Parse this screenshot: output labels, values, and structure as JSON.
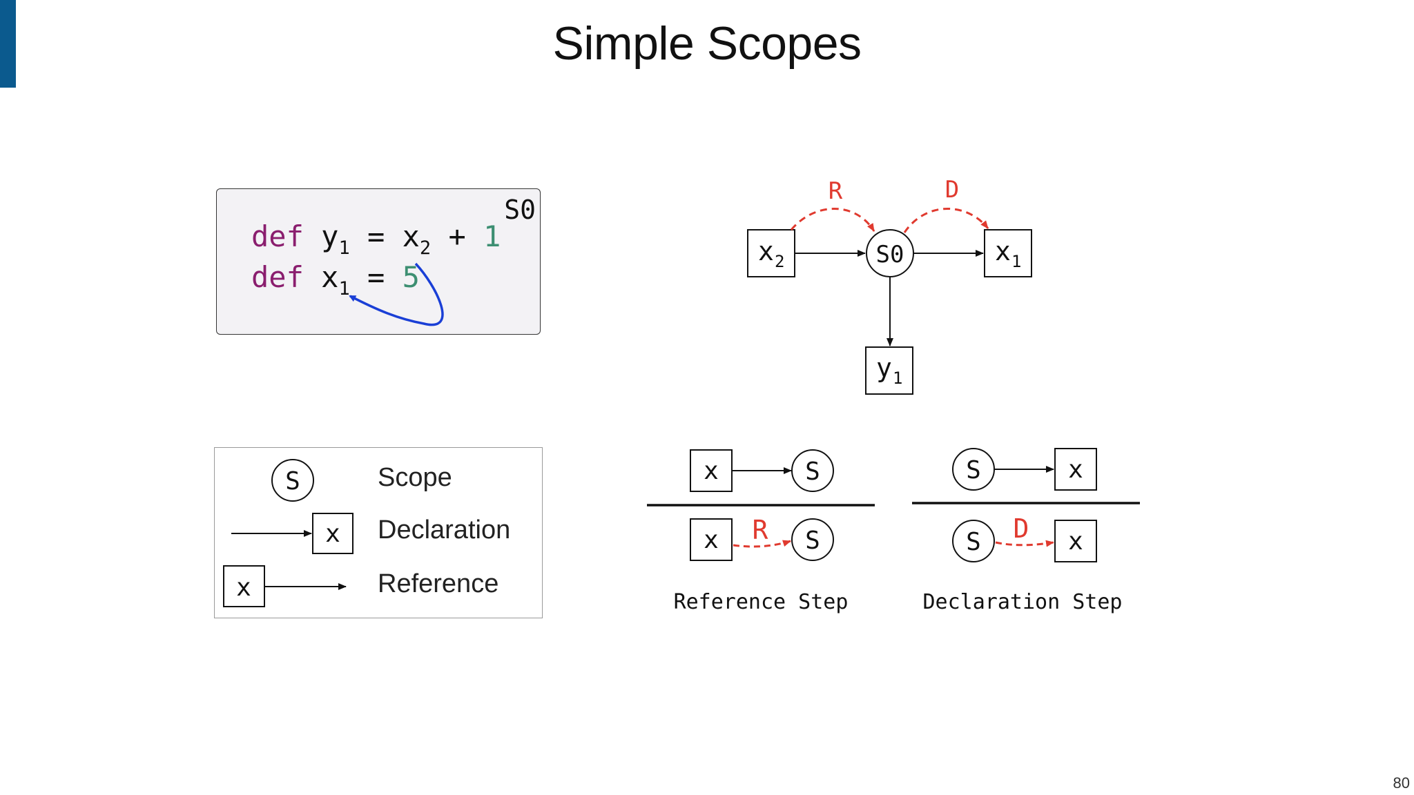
{
  "slide": {
    "title": "Simple Scopes",
    "page_number": "80",
    "accent_color": "#0b5a8e"
  },
  "code": {
    "scope_label": "S0",
    "line1": {
      "keyword": "def",
      "name": "y",
      "name_sub": "1",
      "eq": "=",
      "ref": "x",
      "ref_sub": "2",
      "op": "+",
      "value": "1"
    },
    "line2": {
      "keyword": "def",
      "name": "x",
      "name_sub": "1",
      "eq": "=",
      "value": "5"
    },
    "keyword_color": "#8a1e6e",
    "number_color": "#3d8f72",
    "resolution_arrow_color": "#1a3fd6"
  },
  "graph": {
    "scope": "S0",
    "ref_node": {
      "name": "x",
      "sub": "2"
    },
    "decl_right": {
      "name": "x",
      "sub": "1"
    },
    "decl_bottom": {
      "name": "y",
      "sub": "1"
    },
    "edge_r": "R",
    "edge_d": "D",
    "path_color": "#e03a2f"
  },
  "legend": {
    "scope_symbol": "S",
    "scope_label": "Scope",
    "decl_symbol": "x",
    "decl_label": "Declaration",
    "ref_symbol": "x",
    "ref_label": "Reference"
  },
  "rules": {
    "reference_step": {
      "premise_ref": "x",
      "premise_scope": "S",
      "conclusion_ref": "x",
      "conclusion_edge": "R",
      "conclusion_scope": "S",
      "caption": "Reference Step"
    },
    "declaration_step": {
      "premise_scope": "S",
      "premise_decl": "x",
      "conclusion_scope": "S",
      "conclusion_edge": "D",
      "conclusion_decl": "x",
      "caption": "Declaration Step"
    }
  }
}
